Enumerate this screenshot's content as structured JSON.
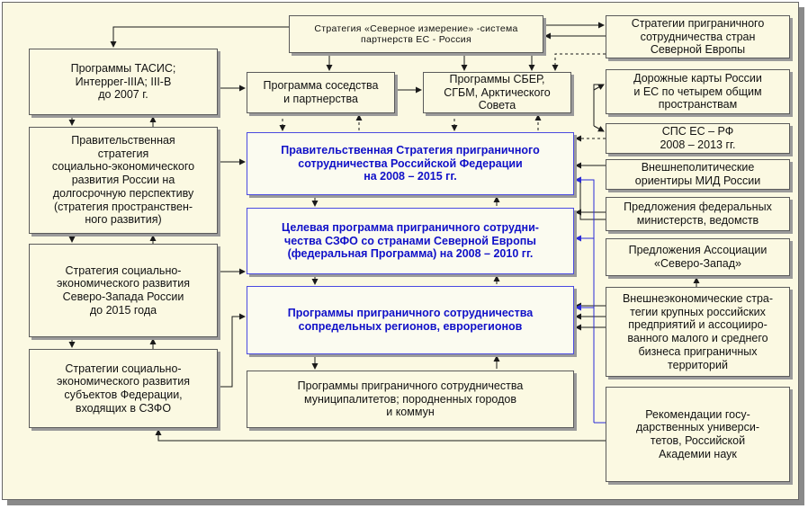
{
  "boxes": {
    "northern_dimension": "Стратегия «Северное измерение» -система\nпартнерств ЕС - Россия",
    "nordic_strategies": "Стратегии приграничного\nсотрудничества стран\nСеверной Европы",
    "tacis": "Программы ТАСИС;\nИнтеррег-IIIА; III-В\nдо 2007 г.",
    "neighbourhood": "Программа соседства\nи партнерства",
    "cbss": "Программы СБЕР,\nСГБМ, Арктического\nСовета",
    "road_maps": "Дорожные карты России\nи ЕС по четырем общим\nпространствам",
    "pca": "СПС ЕС – РФ\n2008 – 2013 гг.",
    "gov_spatial": "Правительственная\nстратегия\nсоциально-экономического\nразвития России на\nдолгосрочную перспективу\n(стратегия пространствен-\nного развития)",
    "gov_crossborder": "Правительственная Стратегия приграничного\nсотрудничества Российской Федерации\nна 2008 – 2015 гг.",
    "mfa": "Внешнеполитические\nориентиры МИД России",
    "ministries": "Предложения федеральных\nминистерств, ведомств",
    "nw_strategy": "Стратегия социально-\nэкономического развития\nСеверо-Запада России\nдо 2015 года",
    "target_program": "Целевая программа приграничного сотрудни-\nчества СЗФО со странами Северной Европы\n(федеральная Программа) на 2008 – 2010 гг.",
    "nw_association": "Предложения Ассоциации\n«Северо-Запад»",
    "regional_programs": "Программы приграничного сотрудничества\nсопредельных регионов, еврорегионов",
    "business_strategies": "Внешнеэкономические стра-\nтегии крупных российских\nпредприятий и ассоцииро-\nванного малого и среднего\nбизнеса приграничных\nтерриторий",
    "subjects_strategies": "Стратегии социально-\nэкономического развития\nсубъектов Федерации,\nвходящих в СЗФО",
    "municipal_programs": "Программы приграничного сотрудничества\nмуниципалитетов; породненных городов\nи коммун",
    "universities": "Рекомендации госу-\nдарственных универси-\nтетов, Российской\nАкадемии наук"
  },
  "colors": {
    "line": "#1a1a1a",
    "blue_line": "#2a2ad8",
    "background": "#fbf9e2"
  }
}
